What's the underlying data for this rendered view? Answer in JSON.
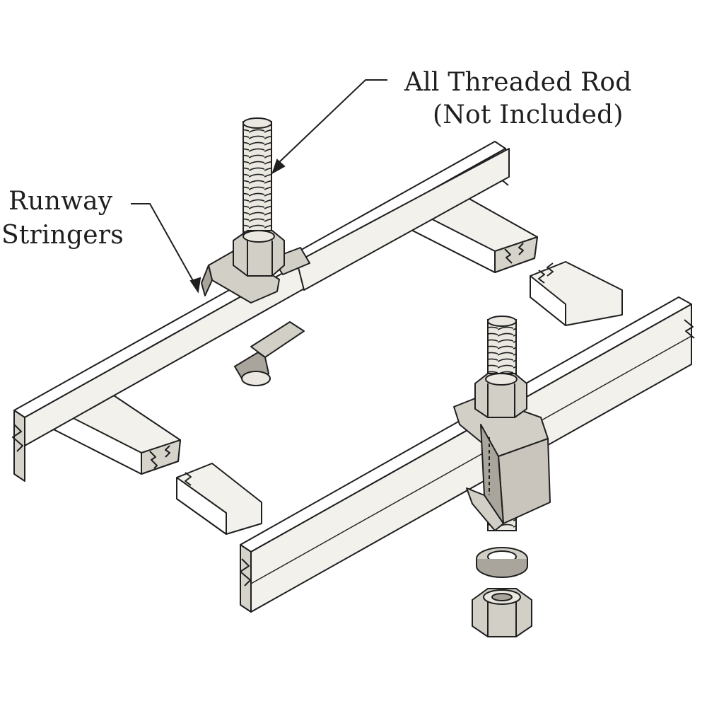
{
  "callouts": {
    "threaded_rod": {
      "line1": "All Threaded Rod",
      "line2": "(Not Included)"
    },
    "runway_stringers": {
      "line1": "Runway",
      "line2": "Stringers"
    }
  },
  "colors": {
    "line": "#1f1f1f",
    "stringer_face": "#f2f1ec",
    "stringer_shade": "#d6d3cb",
    "metal": "#d2cfc7",
    "metal_dark": "#a9a59c",
    "background": "#ffffff"
  }
}
